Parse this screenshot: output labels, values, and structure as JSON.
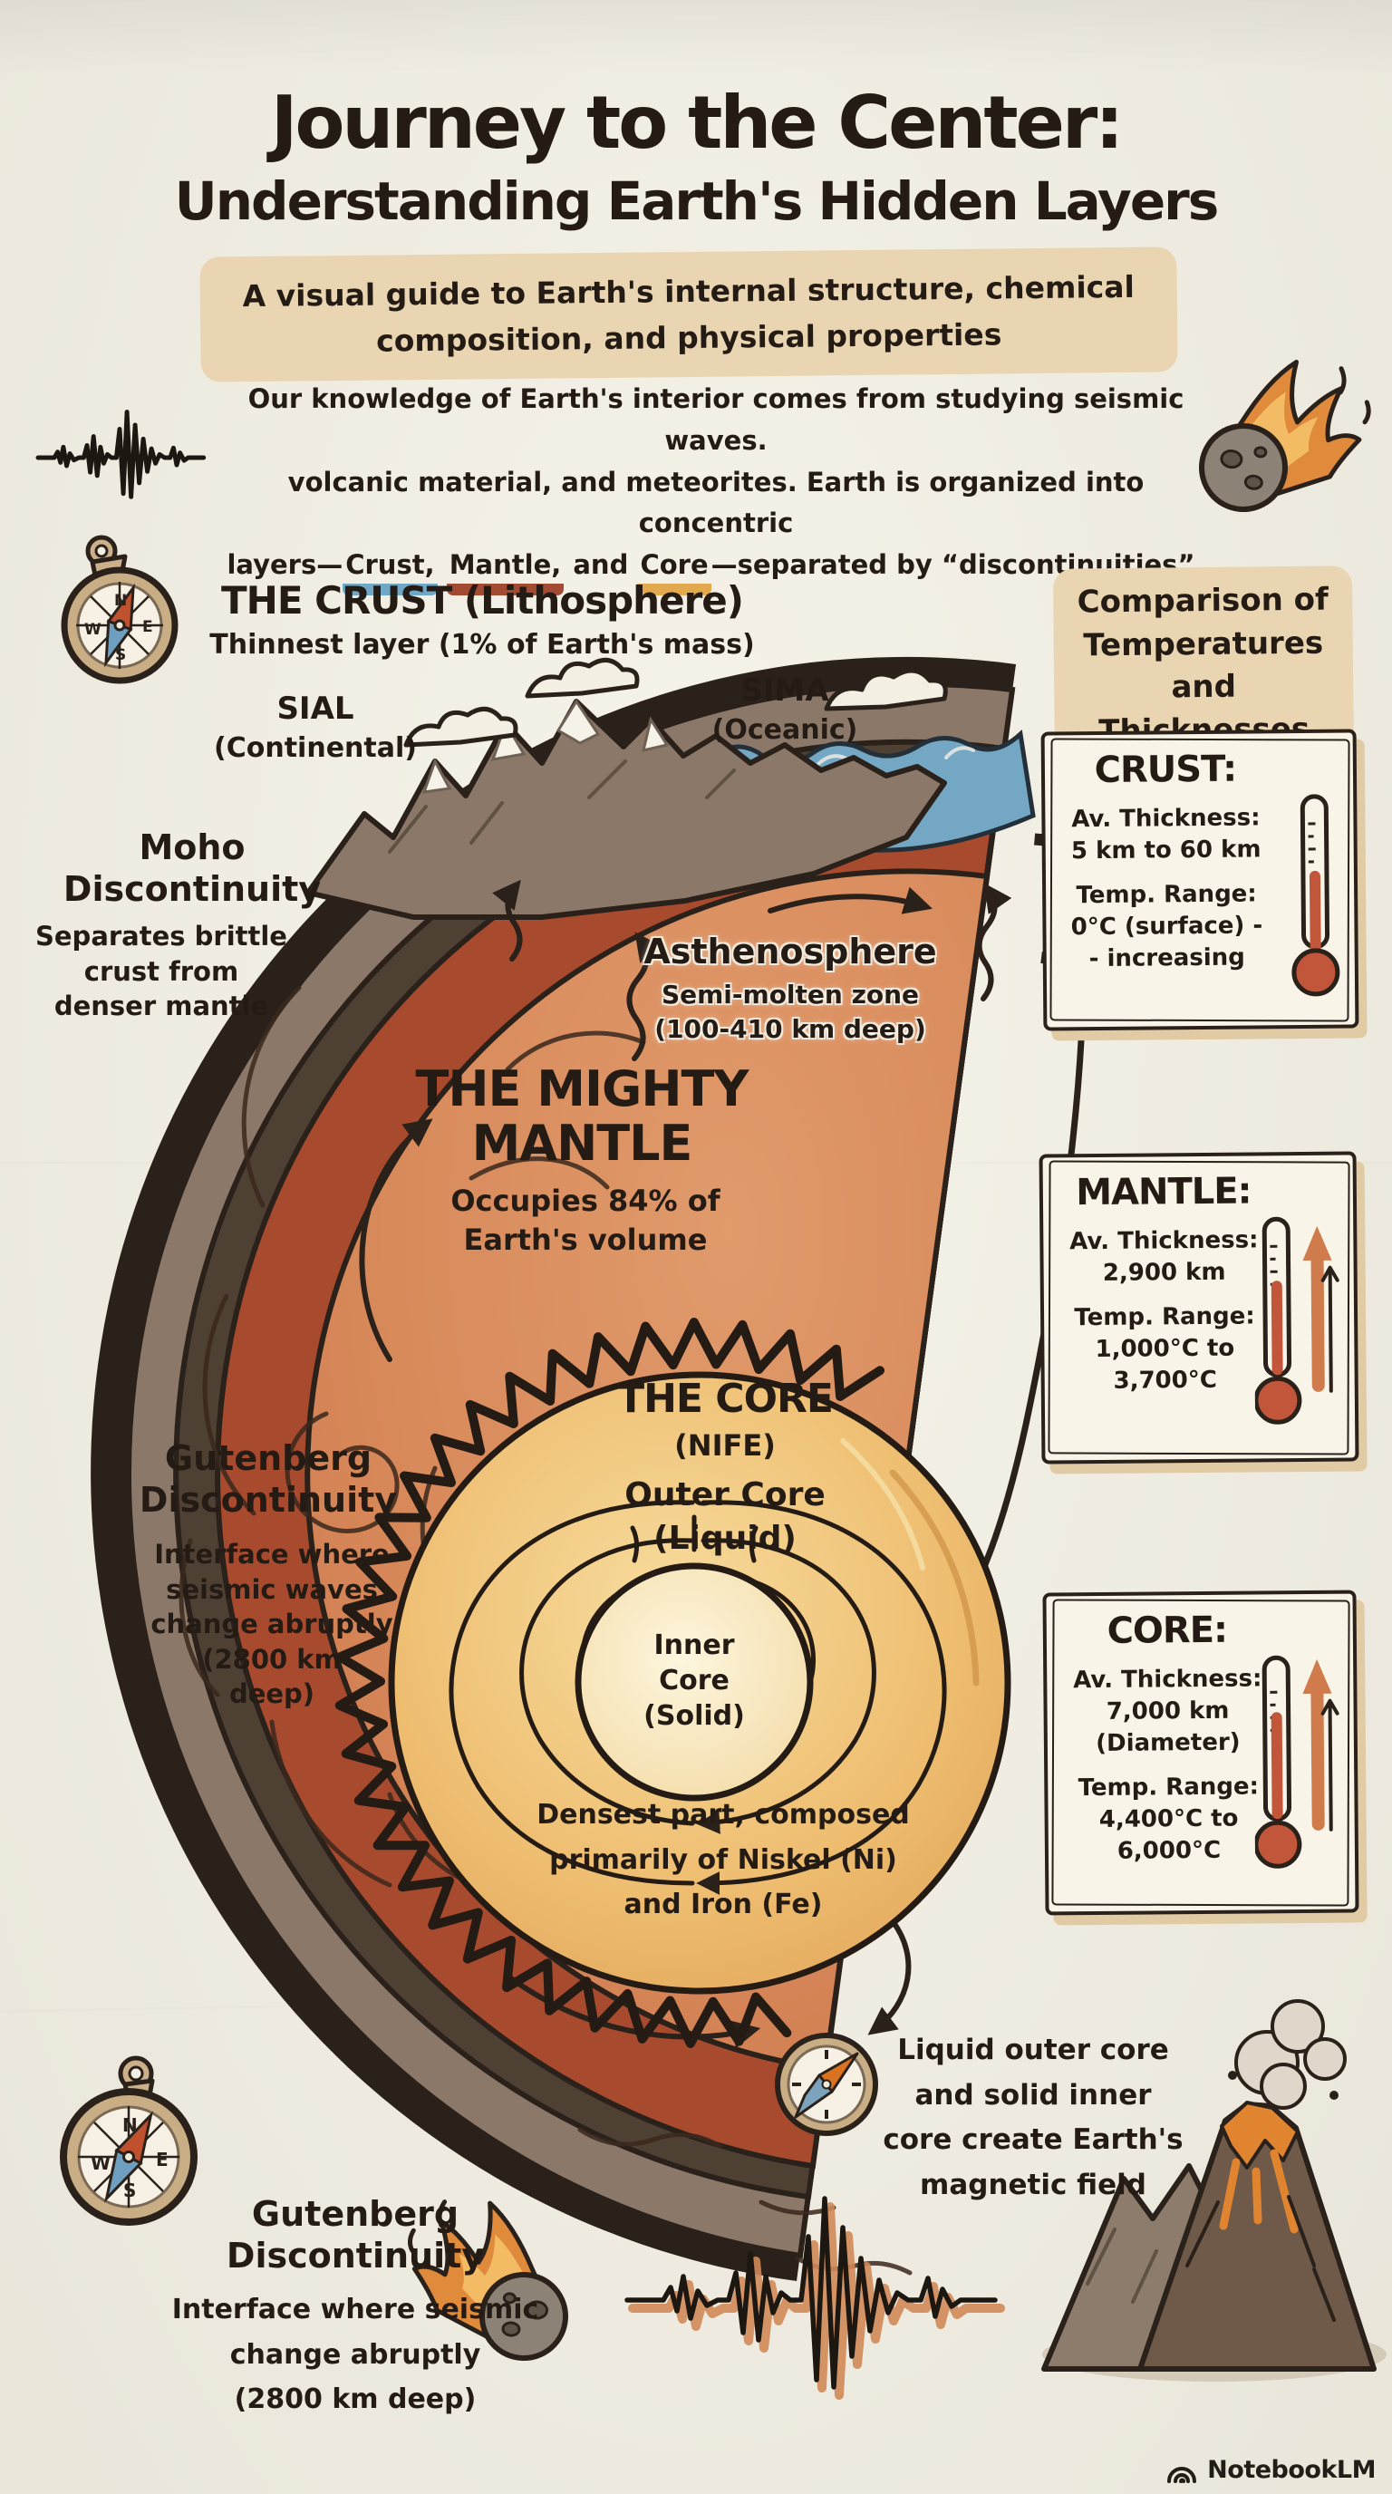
{
  "title": {
    "line1": "Journey to the Center:",
    "line2": "Understanding Earth's Hidden Layers"
  },
  "subtitle": {
    "line1": "A visual guide to Earth's internal structure, chemical",
    "line2": "composition, and physical properties"
  },
  "intro": {
    "line1": "Our knowledge of Earth's interior comes from studying seismic waves.",
    "line2": "volcanic material, and meteorites. Earth is organized into concentric",
    "line3_pre": "layers—",
    "word_crust": "Crust,",
    "sep1": " ",
    "word_mantle": "Mantle,",
    "sep2": " and ",
    "word_core": "Core",
    "line3_post": "—separated by “discontinuities”."
  },
  "crust_section": {
    "heading": "THE CRUST (Lithosphere)",
    "sub": "Thinnest layer (1% of Earth's mass)",
    "sial": "SIAL",
    "sial_sub": "(Continental)",
    "sima": "SIMA",
    "sima_sub": "(Oceanic)"
  },
  "moho": {
    "title1": "Moho",
    "title2": "Discontinuity",
    "desc1": "Separates brittle",
    "desc2": "crust from",
    "desc3": "denser mantle"
  },
  "asthenosphere": {
    "title": "Asthenosphere",
    "sub1": "Semi-molten zone",
    "sub2": "(100-410 km deep)"
  },
  "mantle_section": {
    "title1": "THE MIGHTY",
    "title2": "MANTLE",
    "sub1": "Occupies 84% of",
    "sub2": "Earth's volume"
  },
  "gutenberg_left": {
    "title1": "Gutenberg",
    "title2": "Discontinuity",
    "desc1": "Interface where",
    "desc2": "seismic waves",
    "desc3": "change abruptly",
    "desc4": "(2800 km",
    "desc5": "deep)"
  },
  "core_section": {
    "title": "THE CORE",
    "nife": "(NIFE)",
    "outer1": "Outer Core",
    "outer2": "(Liquid)",
    "inner1": "Inner",
    "inner2": "Core",
    "inner3": "(Solid)",
    "desc1": "Densest part, composed",
    "desc2": "primarily of Niskel (Ni)",
    "desc3": "and Iron (Fe)"
  },
  "comparison": {
    "heading1": "Comparison of",
    "heading2": "Temperatures and",
    "heading3": "Thicknesses",
    "crust": {
      "name": "CRUST:",
      "t_label": "Av. Thickness:",
      "t_val": "5 km to 60 km",
      "r_label": "Temp. Range:",
      "r_val1": "0°C (surface) -",
      "r_val2": "- increasing"
    },
    "mantle": {
      "name": "MANTLE:",
      "t_label": "Av. Thickness:",
      "t_val": "2,900 km",
      "r_label": "Temp. Range:",
      "r_val1": "1,000°C to",
      "r_val2": "3,700°C"
    },
    "core": {
      "name": "CORE:",
      "t_label": "Av. Thickness:",
      "t_val": "7,000 km",
      "t_val2": "(Diameter)",
      "r_label": "Temp. Range:",
      "r_val1": "4,400°C to",
      "r_val2": "6,000°C"
    }
  },
  "magnetic": {
    "line1": "Liquid outer core",
    "line2": "and solid inner",
    "line3": "core create Earth's",
    "line4": "magnetic field"
  },
  "gutenberg_bottom": {
    "title1": "Gutenberg",
    "title2": "Discontinuity",
    "desc1": "Interface where seismic",
    "desc2": "change abruptly",
    "desc3": "(2800 km deep)"
  },
  "footer": {
    "brand": "NotebookLM"
  },
  "icons": {
    "brace": "}",
    "compass_letters": {
      "n": "N",
      "e": "E",
      "s": "S",
      "w": "W"
    },
    "names": [
      "seismic-wave-icon",
      "meteorite-icon",
      "compass-icon",
      "thermometer-icon",
      "up-arrow-icon",
      "volcano-icon",
      "cloud-icon",
      "notebooklm-logo"
    ]
  },
  "colors": {
    "paper": "#f3efe3",
    "ink": "#241c14",
    "tan_highlight": "#e9d5b1",
    "mantle_orange": "#d98c5d",
    "upper_mantle_red": "#a84a2e",
    "crust_brown": "#4f4034",
    "rock_gray": "#8b7868",
    "ocean_blue": "#74a7c3",
    "core_gold": "#edbb6e",
    "inner_core": "#fdf4d9",
    "thermometer_red": "#c2563a",
    "underline_crust": "#6fa7c7",
    "underline_mantle": "#a34a32",
    "underline_core": "#e3a94f"
  }
}
